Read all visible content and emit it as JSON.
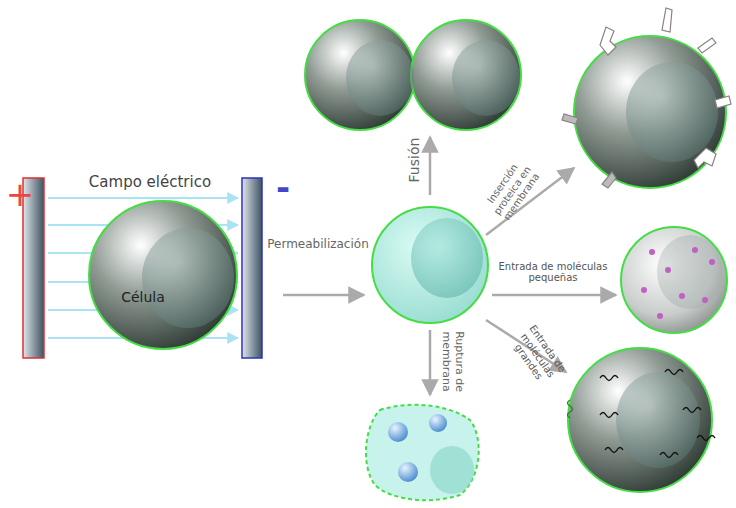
{
  "diagram": {
    "nodes": [
      {
        "text": [
          "Célula"
        ]
      }
    ],
    "labels": [
      "+",
      "Campo eléctrico",
      "-",
      "Permeabilización",
      "Fusión",
      "Inserción proteica en membrana",
      "Entrada de moléculas pequeñas",
      "Entrada de moléculas grandes",
      "Ruptura de membrana"
    ]
  }
}
